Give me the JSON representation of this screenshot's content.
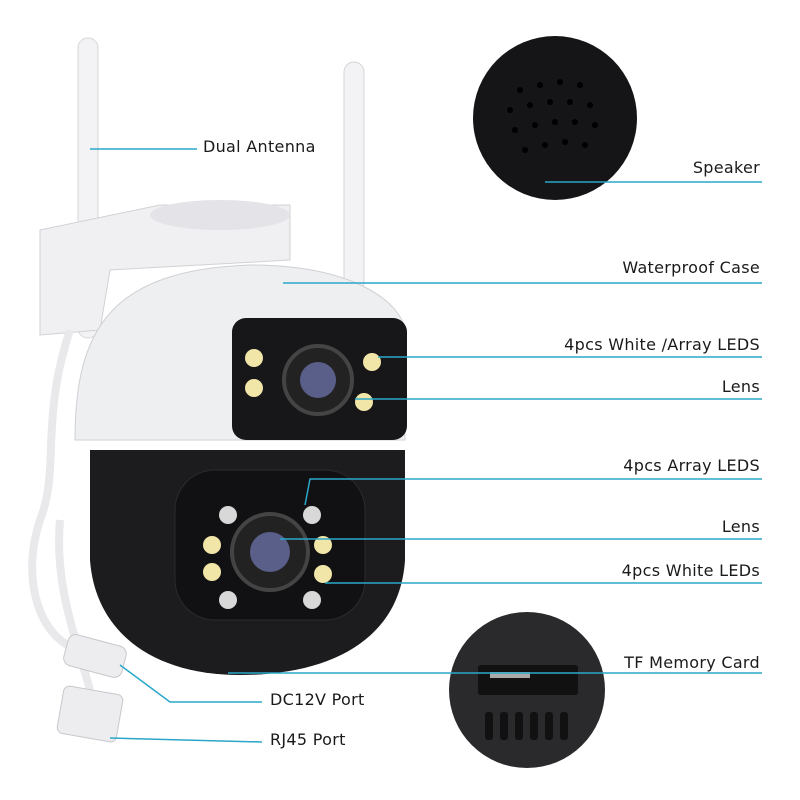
{
  "labels": {
    "dual_antenna": "Dual Antenna",
    "speaker": "Speaker",
    "waterproof_case": "Waterproof Case",
    "white_array_leds": "4pcs White /Array LEDS",
    "lens_top": "Lens",
    "array_leds": "4pcs Array LEDS",
    "lens_bottom": "Lens",
    "white_leds": "4pcs White LEDs",
    "tf_card": "TF Memory Card",
    "dc_port": "DC12V Port",
    "rj45_port": "RJ45 Port"
  },
  "colors": {
    "callout_line": "#2aa7c9",
    "body_white": "#eeeff1",
    "body_black": "#1c1c1e"
  }
}
